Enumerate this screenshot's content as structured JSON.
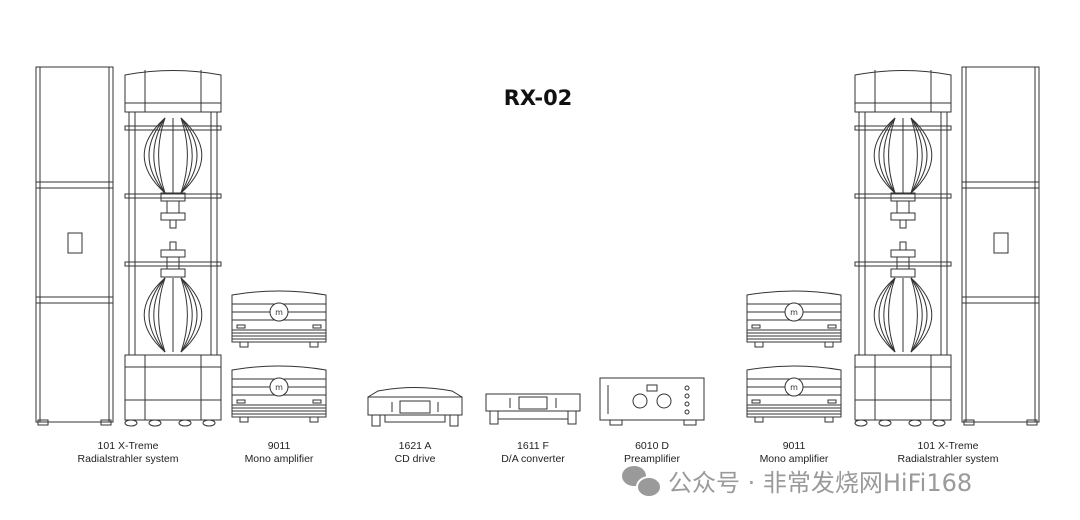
{
  "title": "RX-02",
  "components": [
    {
      "model": "101 X-Treme",
      "desc": "Radialstrahler system"
    },
    {
      "model": "9011",
      "desc": "Mono amplifier"
    },
    {
      "model": "1621 A",
      "desc": "CD drive"
    },
    {
      "model": "1611 F",
      "desc": "D/A converter"
    },
    {
      "model": "6010 D",
      "desc": "Preamplifier"
    },
    {
      "model": "9011",
      "desc": "Mono amplifier"
    },
    {
      "model": "101 X-Treme",
      "desc": "Radialstrahler system"
    }
  ],
  "watermark": "公众号 · 非常发烧网HiFi168"
}
